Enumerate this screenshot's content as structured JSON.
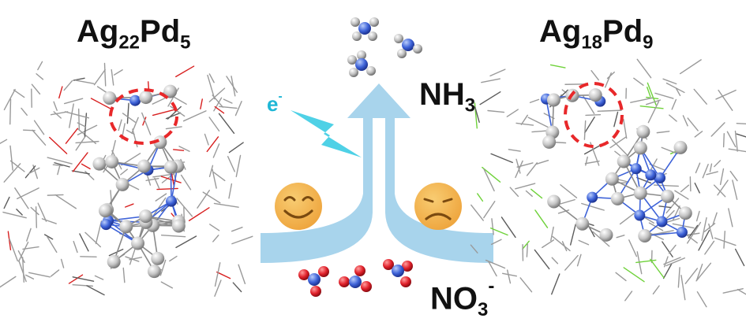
{
  "labels": {
    "left_formula": {
      "element1": "Ag",
      "sub1": "22",
      "element2": "Pd",
      "sub2": "5"
    },
    "right_formula": {
      "element1": "Ag",
      "sub1": "18",
      "element2": "Pd",
      "sub2": "9"
    },
    "product": {
      "base": "NH",
      "sub": "3"
    },
    "reactant": {
      "base": "NO",
      "sub": "3",
      "sup": "-"
    },
    "electron": {
      "base": "e",
      "sup": "-"
    }
  },
  "colors": {
    "arrow": "#a8d4ec",
    "lightning": "#4fd1e6",
    "happy_face": "#f2b24e",
    "sad_face": "#f2b24e",
    "nitrogen_atom": "#3b56d9",
    "hydrogen_atom": "#b8b8b8",
    "oxygen_atom": "#e0202a",
    "highlight_dash": "#e8282a",
    "silver_atom": "#c8c8c8",
    "palladium_atom": "#4a72e0",
    "ligand_o": "#d82020",
    "ligand_f": "#6fd23a"
  },
  "icons": [
    "happy-face-icon",
    "sad-face-icon",
    "lightning-bolt-icon"
  ]
}
